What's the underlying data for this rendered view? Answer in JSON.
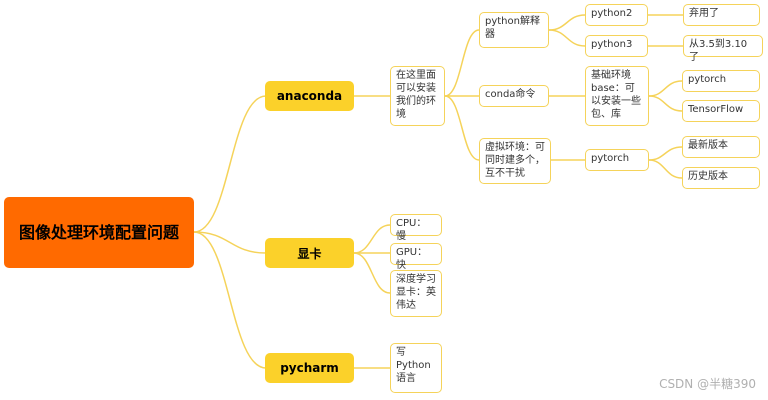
{
  "root": {
    "label": "图像处理环境配置问题"
  },
  "branches": {
    "anaconda": {
      "label": "anaconda"
    },
    "gpu": {
      "label": "显卡"
    },
    "pycharm": {
      "label": "pycharm"
    }
  },
  "anaconda": {
    "desc": "在这里面可以安装我们的环境",
    "interpreter": "python解释器",
    "python2": "python2",
    "python2_note": "弃用了",
    "python3": "python3",
    "python3_note": "从3.5到3.10了",
    "conda_cmd": "conda命令",
    "base_env": "基础环境base：可以安装一些包、库",
    "pytorch_pkg": "pytorch",
    "tensorflow_pkg": "TensorFlow",
    "virtual_env": "虚拟环境：可同时建多个，互不干扰",
    "pytorch_env": "pytorch",
    "latest": "最新版本",
    "history": "历史版本"
  },
  "gpu": {
    "cpu": "CPU：慢",
    "gpu": "GPU：快",
    "deep": "深度学习显卡：英伟达"
  },
  "pycharm": {
    "lang": "写Python语言"
  },
  "watermark": "CSDN @半糖390",
  "colors": {
    "root": "#ff6a00",
    "branch": "#fbd12a",
    "line": "#f5d35a",
    "text": "#333333"
  }
}
